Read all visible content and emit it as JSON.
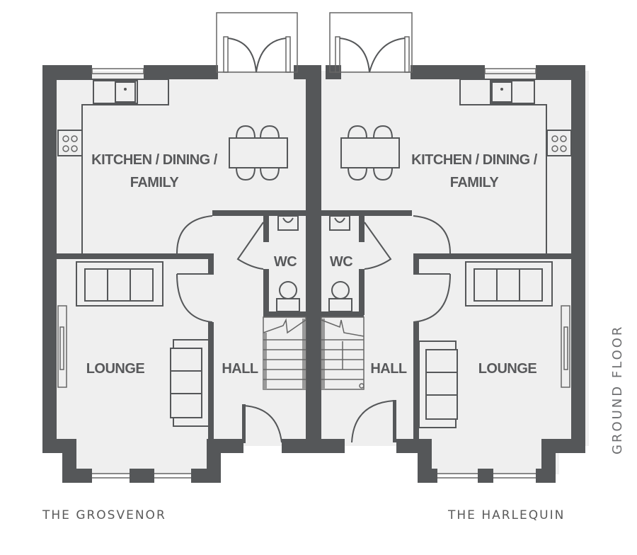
{
  "plan": {
    "floor_label": "GROUND FLOOR",
    "colors": {
      "wall": "#555759",
      "floor": "#efefef",
      "text": "#58595b",
      "background": "#ffffff"
    }
  },
  "houses": [
    {
      "name": "THE GROSVENOR",
      "side": "left",
      "rooms": {
        "kitchen_line1": "KITCHEN / DINING /",
        "kitchen_line2": "FAMILY",
        "lounge": "LOUNGE",
        "hall": "HALL",
        "wc": "WC"
      }
    },
    {
      "name": "THE HARLEQUIN",
      "side": "right",
      "rooms": {
        "kitchen_line1": "KITCHEN / DINING /",
        "kitchen_line2": "FAMILY",
        "lounge": "LOUNGE",
        "hall": "HALL",
        "wc": "WC"
      }
    }
  ]
}
